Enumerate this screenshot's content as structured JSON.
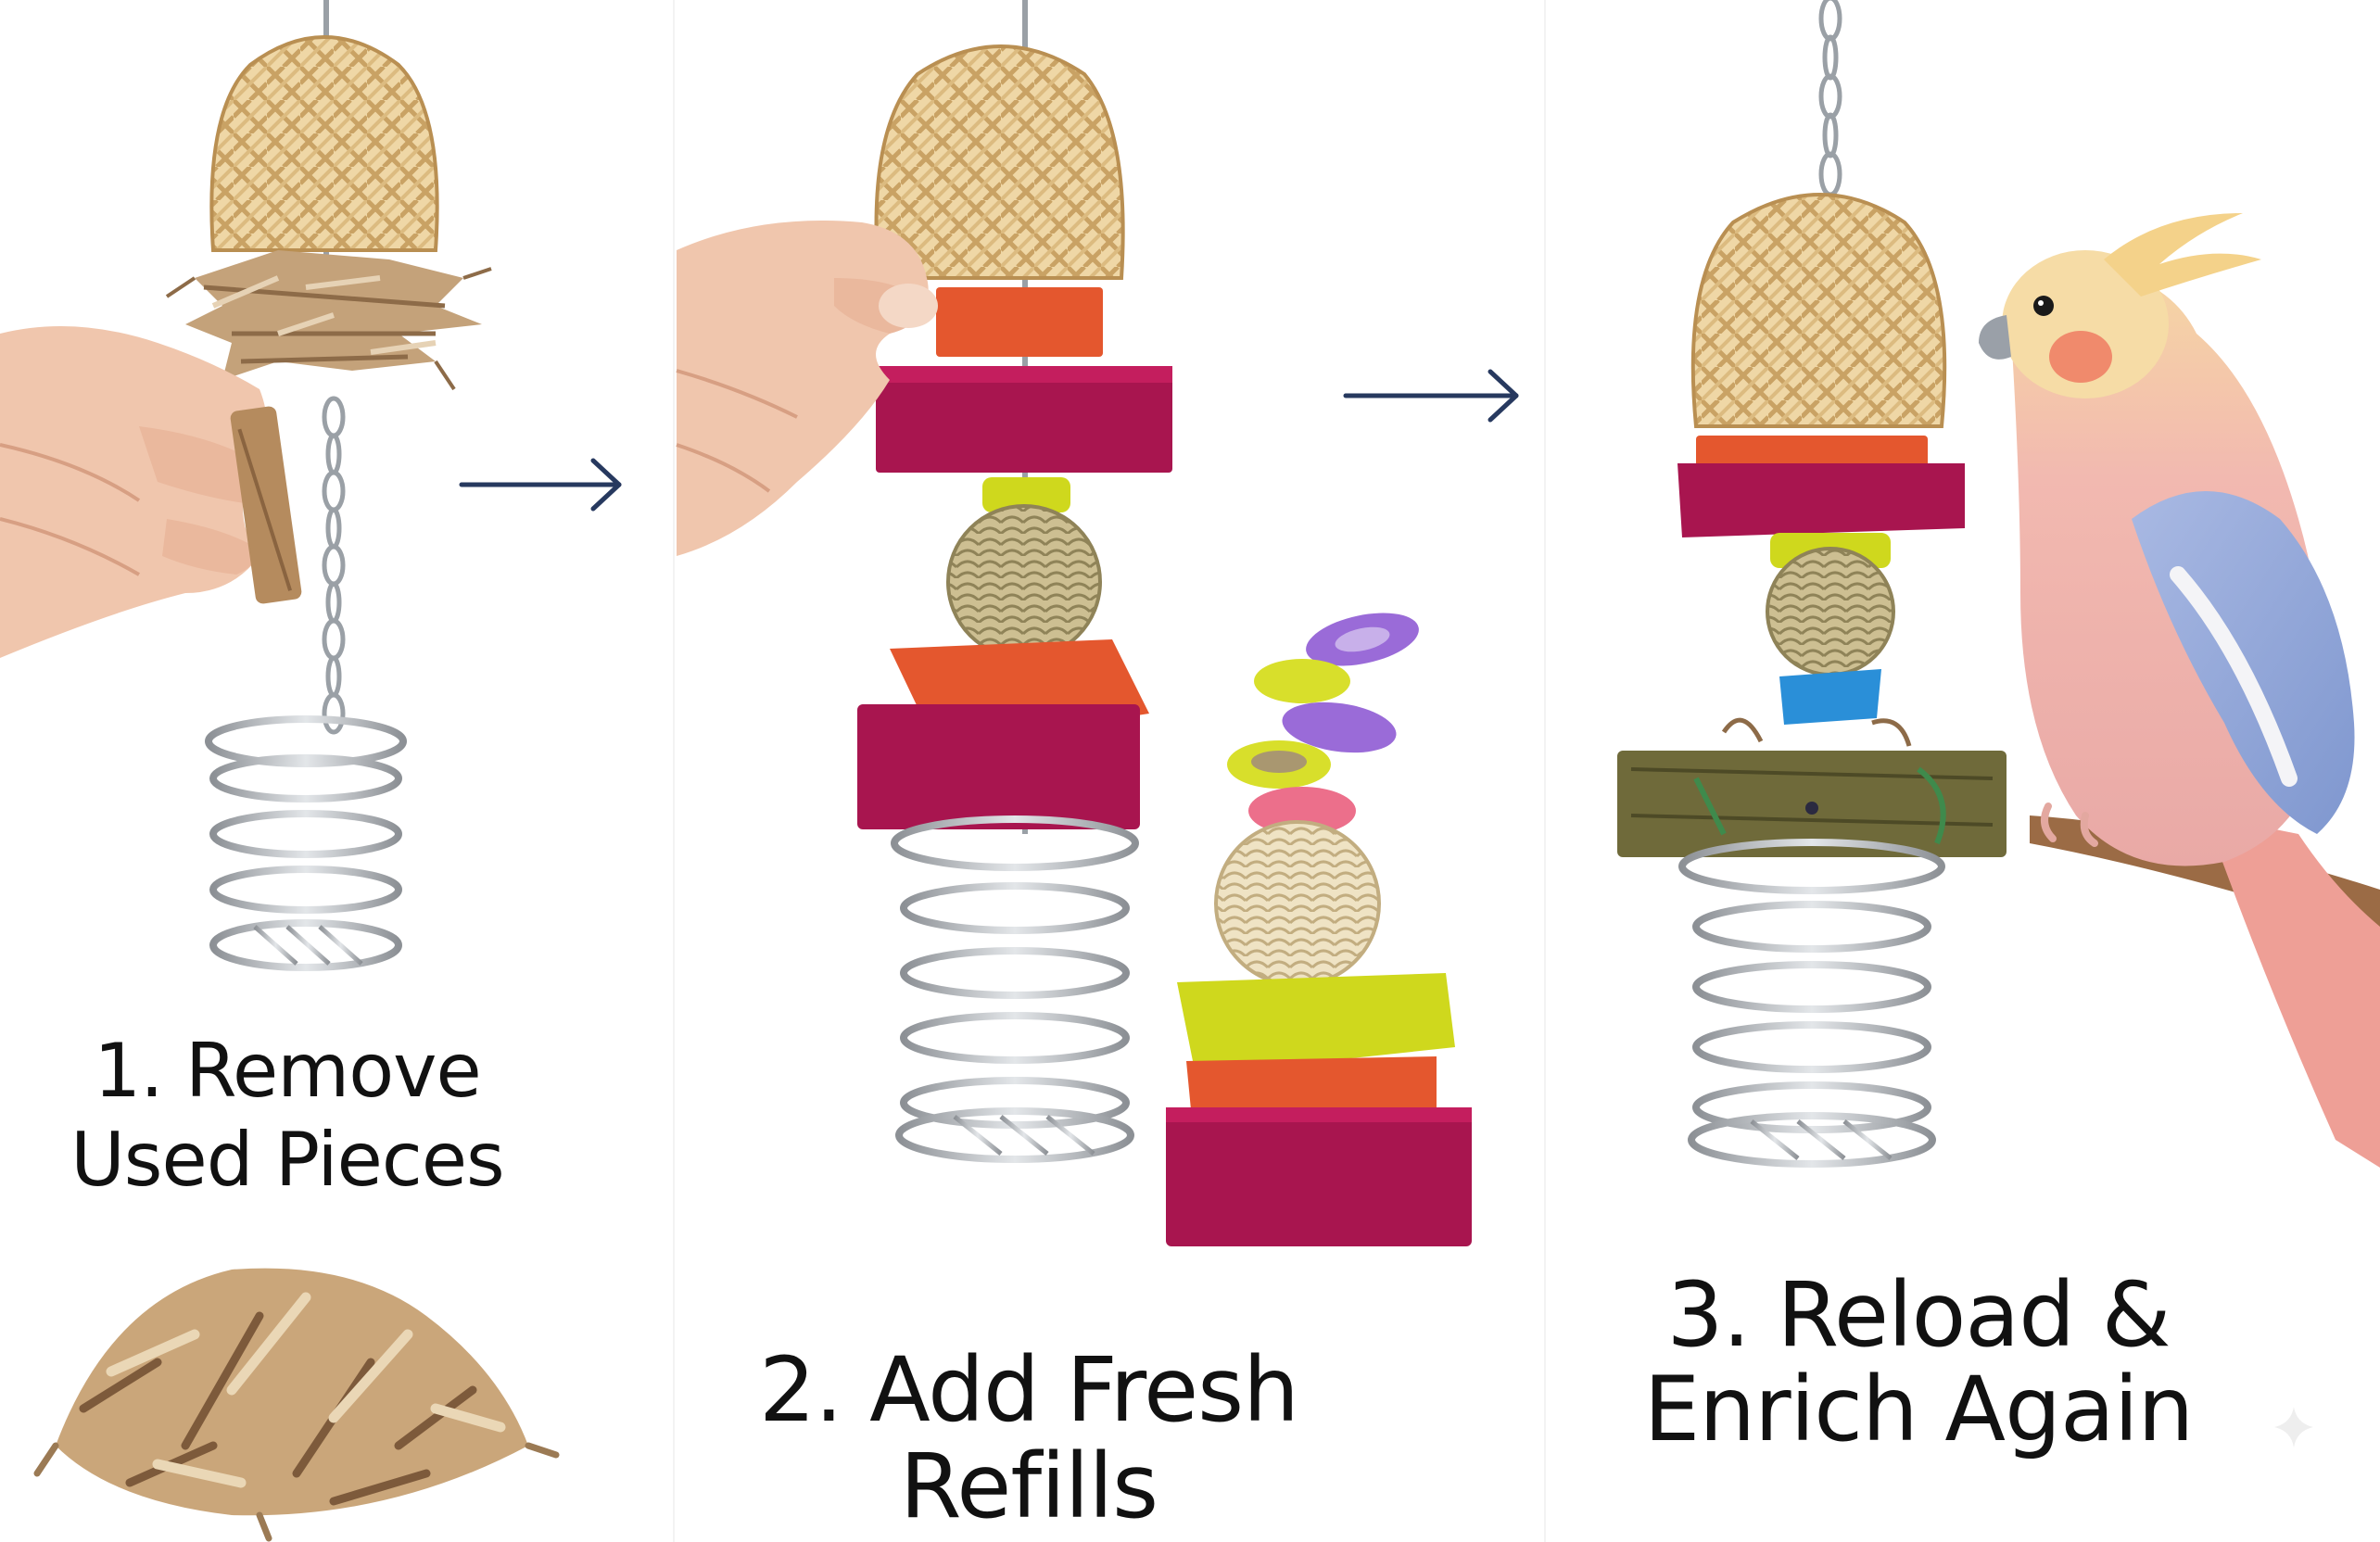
{
  "steps": [
    {
      "number": "1.",
      "line1": "1. Remove",
      "line2": "Used Pieces",
      "scene": "hand removing used wood pieces from hanging foraging toy"
    },
    {
      "number": "2.",
      "line1": "2. Add Fresh",
      "line2": "Refills",
      "scene": "hand adding fresh colorful wood blocks and rattan balls"
    },
    {
      "number": "3.",
      "line1": "3. Reload &",
      "line2": "Enrich Again",
      "scene": "reloaded toy with a cockatiel perched beside it"
    }
  ],
  "icons": {
    "arrow": "right-arrow-icon",
    "sparkle": "sparkle-icon"
  },
  "colors": {
    "background": "#ffffff",
    "text": "#111111",
    "arrow": "#27395f",
    "rattan": "#e9cf9a",
    "metal": "#b9bdc2",
    "block_orange": "#e4572e",
    "block_magenta": "#a8154f",
    "block_yellow": "#cfd81d",
    "ring_purple": "#9a6bd8",
    "ring_blue": "#2a8fd8",
    "ring_pink": "#ec6f8b",
    "wood_natural": "#c9a77a",
    "wood_weathered": "#6f6a3a",
    "bird_pink": "#f2b9b0",
    "bird_blue": "#8fa7d6",
    "bird_cheek": "#f08a6c",
    "skin": "#f0c6ad"
  }
}
